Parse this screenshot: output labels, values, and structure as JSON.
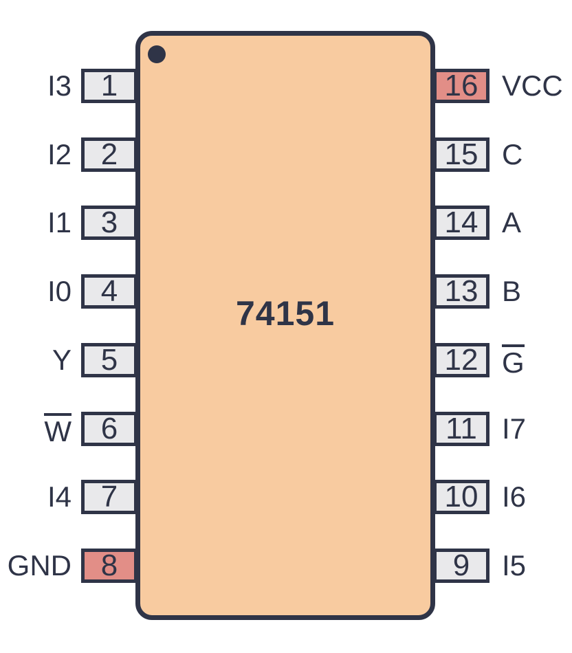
{
  "diagram": {
    "chip_title": "74151",
    "left_pins": [
      {
        "number": "1",
        "label": "I3",
        "overline": false,
        "highlight": false
      },
      {
        "number": "2",
        "label": "I2",
        "overline": false,
        "highlight": false
      },
      {
        "number": "3",
        "label": "I1",
        "overline": false,
        "highlight": false
      },
      {
        "number": "4",
        "label": "I0",
        "overline": false,
        "highlight": false
      },
      {
        "number": "5",
        "label": "Y",
        "overline": false,
        "highlight": false
      },
      {
        "number": "6",
        "label": "W",
        "overline": true,
        "highlight": false
      },
      {
        "number": "7",
        "label": "I4",
        "overline": false,
        "highlight": false
      },
      {
        "number": "8",
        "label": "GND",
        "overline": false,
        "highlight": true
      }
    ],
    "right_pins": [
      {
        "number": "16",
        "label": "VCC",
        "overline": false,
        "highlight": true
      },
      {
        "number": "15",
        "label": "C",
        "overline": false,
        "highlight": false
      },
      {
        "number": "14",
        "label": "A",
        "overline": false,
        "highlight": false
      },
      {
        "number": "13",
        "label": "B",
        "overline": false,
        "highlight": false
      },
      {
        "number": "12",
        "label": "G",
        "overline": true,
        "highlight": false
      },
      {
        "number": "11",
        "label": "I7",
        "overline": false,
        "highlight": false
      },
      {
        "number": "10",
        "label": "I6",
        "overline": false,
        "highlight": false
      },
      {
        "number": "9",
        "label": "I5",
        "overline": false,
        "highlight": false
      }
    ],
    "colors": {
      "chip_body": "#F8CBA0",
      "outline": "#2F3447",
      "pin_default": "#E9E9EB",
      "pin_power": "#E28E87",
      "background": "#FFFFFF"
    }
  }
}
